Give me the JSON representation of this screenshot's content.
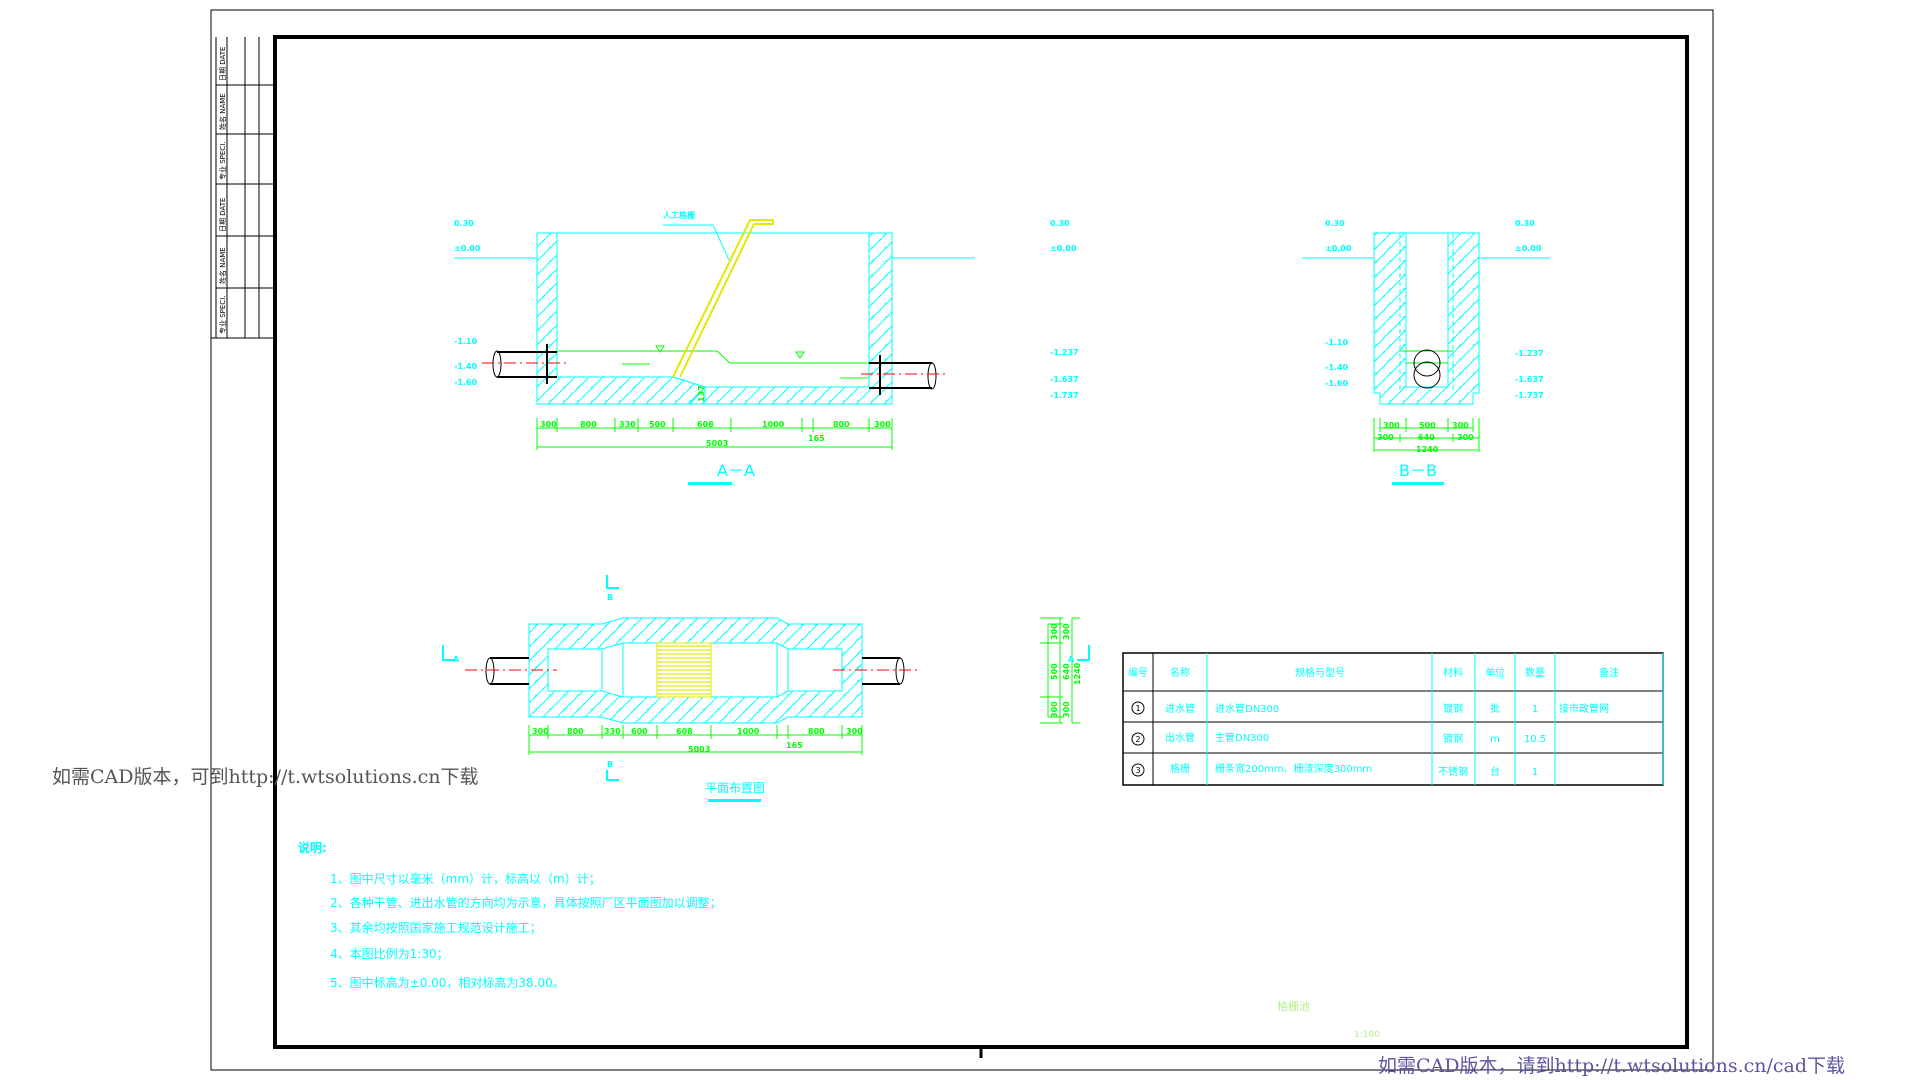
{
  "title_block": [
    "专业 SPECI.",
    "姓名 NAME",
    "日期 DATE",
    "专业 SPECI.",
    "姓名 NAME",
    "日期 DATE"
  ],
  "section_aa": {
    "label": "A－A",
    "grate_label": "人工格栅",
    "elev_left": [
      "0.30",
      "±0.00",
      "-1.10",
      "-1.40",
      "-1.60"
    ],
    "elev_right": [
      "0.30",
      "±0.00",
      "-1.237",
      "-1.637",
      "-1.737"
    ],
    "dims": [
      "300",
      "800",
      "330",
      "500",
      "608",
      "1000",
      "800",
      "300"
    ],
    "dim_small": "165",
    "dim_total": "5003",
    "step_dim": "137"
  },
  "section_bb": {
    "label": "B－B",
    "elev_left": [
      "0.30",
      "±0.00",
      "-1.10",
      "-1.40",
      "-1.60"
    ],
    "elev_right": [
      "0.30",
      "±0.00",
      "-1.237",
      "-1.637",
      "-1.737"
    ],
    "dims_row1": [
      "300",
      "500",
      "300"
    ],
    "dims_row2": [
      "300",
      "640",
      "300"
    ],
    "dim_total": "1240"
  },
  "plan": {
    "label": "平面布置图",
    "marker_a": "A",
    "marker_b": "B",
    "dims": [
      "300",
      "800",
      "330",
      "600",
      "608",
      "1000",
      "800",
      "300"
    ],
    "dim_small": "165",
    "dim_total": "5003",
    "vdims_inner": [
      "300",
      "500",
      "300"
    ],
    "vdims_outer": [
      "300",
      "640",
      "300"
    ],
    "vdim_total": "1240"
  },
  "table": {
    "headers": [
      "编号",
      "名称",
      "规格与型号",
      "材料",
      "单位",
      "数量",
      "备注"
    ],
    "rows": [
      [
        "1",
        "进水管",
        "进水管DN300",
        "镀钢",
        "批",
        "1",
        "接市政管网"
      ],
      [
        "2",
        "出水管",
        "主管DN300",
        "镀钢",
        "m",
        "10.5",
        ""
      ],
      [
        "3",
        "格栅",
        "栅条宽200mm、栅渣深度300mm",
        "不锈钢",
        "台",
        "1",
        ""
      ]
    ]
  },
  "notes": {
    "heading": "说明:",
    "items": [
      "1、图中尺寸以毫米（mm）计，标高以（m）计；",
      "2、各种干管、进出水管的方向均为示意，具体按照厂区平面图加以调整；",
      "3、其余均按照国家施工规范设计施工；",
      "4、本图比例为1:30；",
      "5、图中标高为±0.00，相对标高为38.00。"
    ]
  },
  "drawing_title": "格栅池",
  "drawing_scale": "1:100",
  "watermark_left": "如需CAD版本，可到http://t.wtsolutions.cn下载",
  "watermark_bottom": "如需CAD版本，请到http://t.wtsolutions.cn/cad下载"
}
